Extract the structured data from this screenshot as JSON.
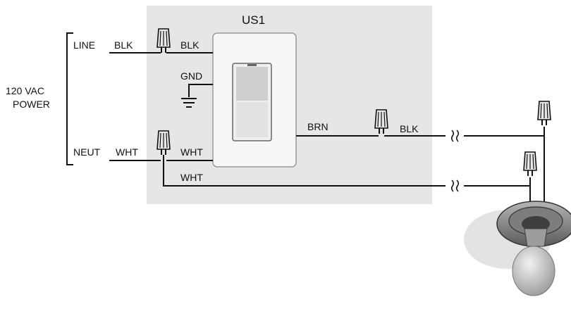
{
  "device": {
    "name": "US1"
  },
  "power": {
    "line1": "120 VAC",
    "line2": "POWER"
  },
  "labels": {
    "line": "LINE",
    "neut": "NEUT",
    "blk": "BLK",
    "wht": "WHT",
    "gnd": "GND",
    "brn": "BRN"
  },
  "colors": {
    "panel": "#e6e6e6",
    "wire": "#111111",
    "switch_plate": "#f7f7f7",
    "rocker": "#d8d8d8"
  },
  "icons": [
    "wire-nut-icon",
    "ground-symbol-icon",
    "light-fixture-icon",
    "wire-break-icon"
  ]
}
